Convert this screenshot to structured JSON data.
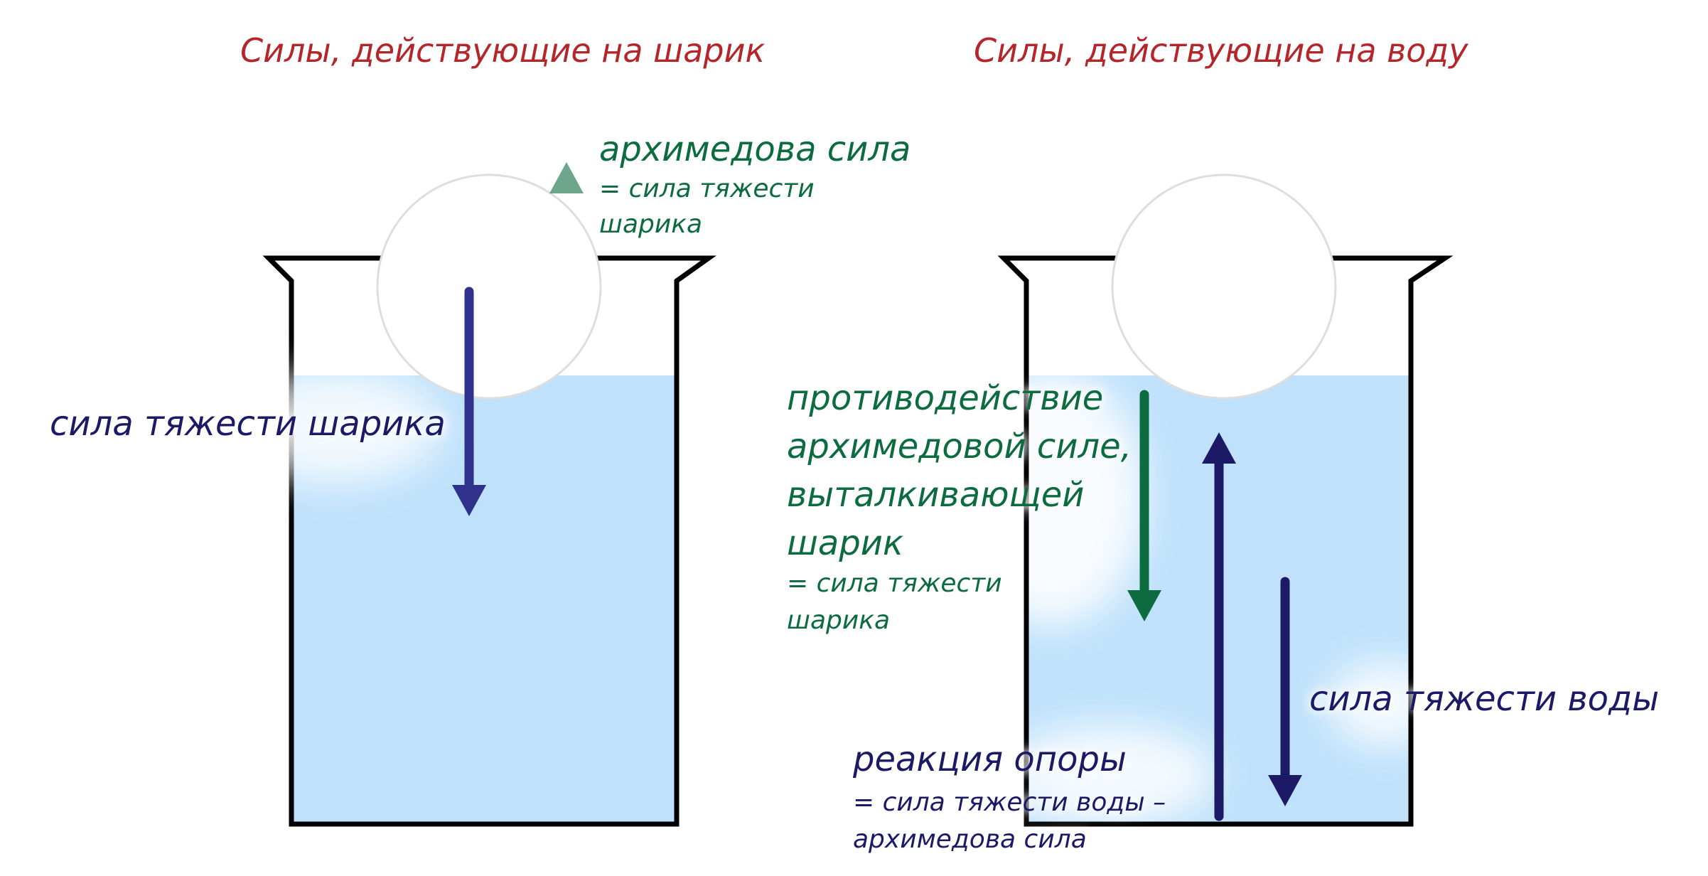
{
  "left_panel": {
    "title": "Силы, действующие на шарик",
    "archimedes_force": {
      "title": "архимедова сила",
      "note_line1": "= сила тяжести",
      "note_line2": "шарика"
    },
    "gravity_ball": "сила тяжести шарика"
  },
  "right_panel": {
    "title": "Силы, действующие на воду",
    "counter_force": {
      "line1": "противодействие",
      "line2": "архимедовой силе,",
      "line3": "выталкивающей",
      "line4": "шарик",
      "note_line1": "= сила тяжести",
      "note_line2": "шарика"
    },
    "gravity_water": "сила тяжести воды",
    "support_reaction": {
      "title": "реакция опоры",
      "note_line1": "= сила тяжести воды –",
      "note_line2": "архимедова сила"
    }
  },
  "colors": {
    "title": "#b5262b",
    "archimedes_green": "#0c6b3f",
    "gravity_navy": "#1c1a66",
    "ball_gravity_arrow": "#2f318c",
    "water": "#bfe1fb",
    "beaker_outline": "#000000"
  }
}
